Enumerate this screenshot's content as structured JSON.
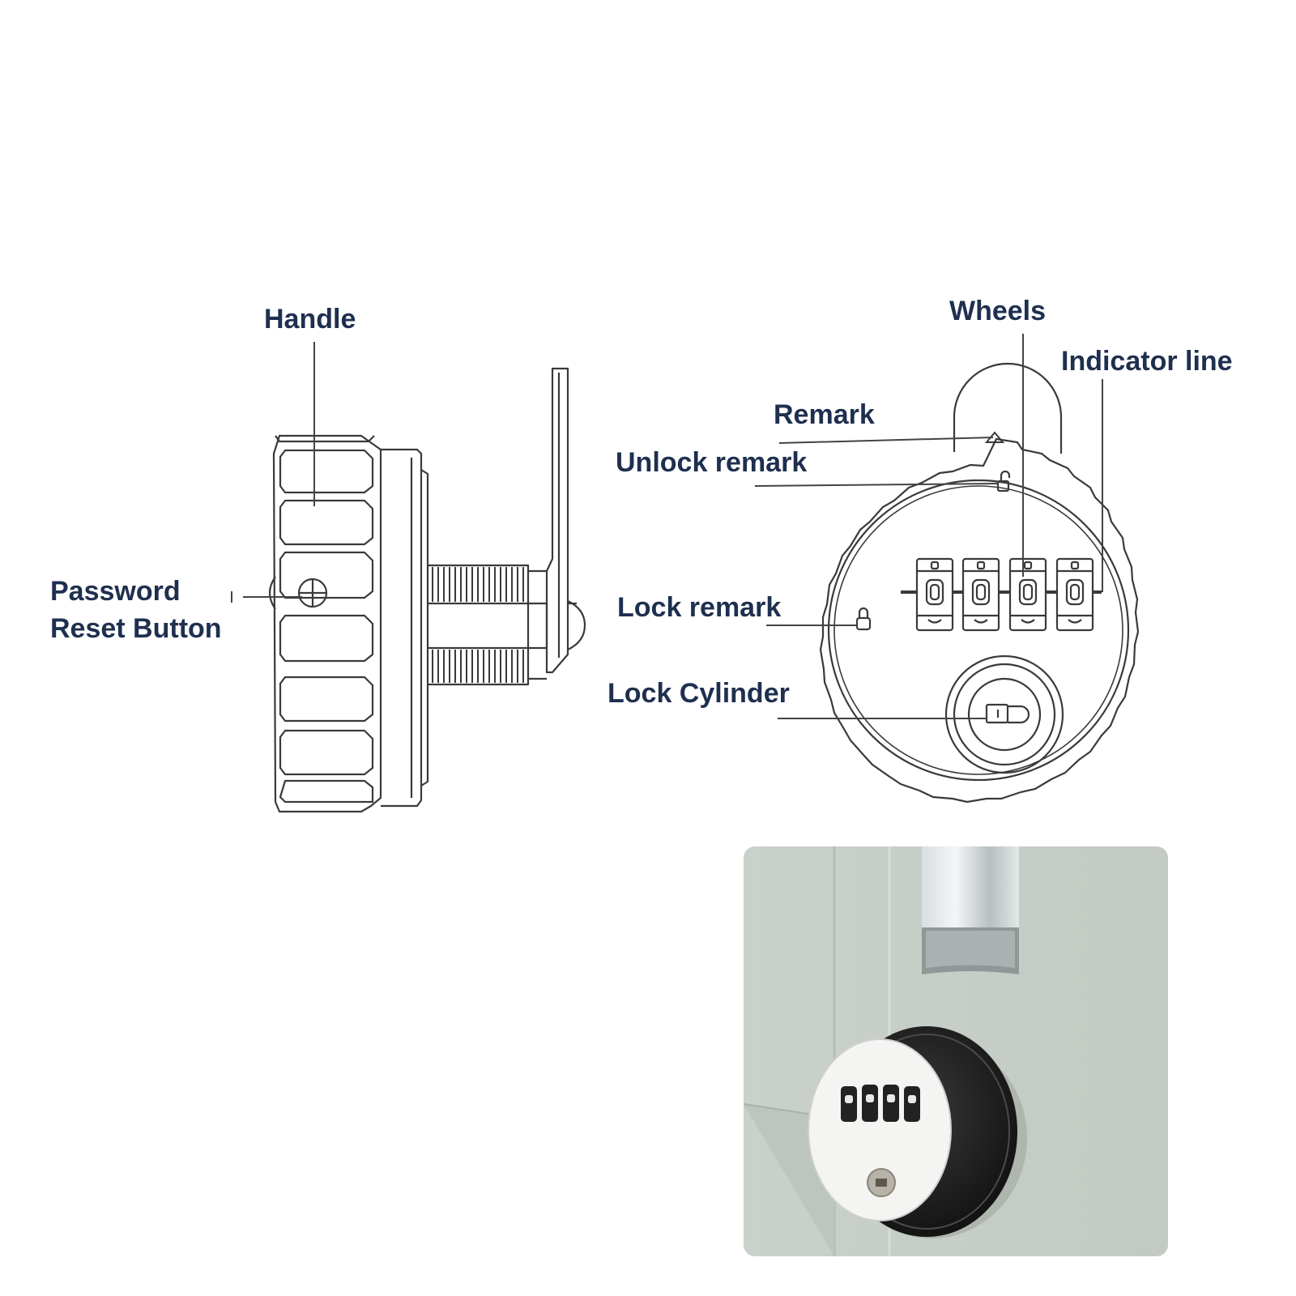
{
  "colors": {
    "label_text": "#1f2f4f",
    "line_art": "#3a3a3a",
    "leader_line": "#444444",
    "photo_wall": "#c6cec7",
    "photo_wall_shadow": "#b3bcb5",
    "lock_body": "#1b1b1b",
    "lock_face": "#f4f4f2"
  },
  "labels": {
    "handle": "Handle",
    "password_reset": [
      "Password",
      "Reset Button"
    ],
    "wheels": "Wheels",
    "indicator_line": "Indicator line",
    "remark": "Remark",
    "unlock_remark": "Unlock remark",
    "lock_remark": "Lock remark",
    "lock_cylinder": "Lock Cylinder"
  },
  "icons": {
    "unlock_remark": "unlocked-padlock-icon",
    "lock_remark": "locked-padlock-icon",
    "remark": "triangle-marker-icon"
  },
  "wheel_count": 4
}
